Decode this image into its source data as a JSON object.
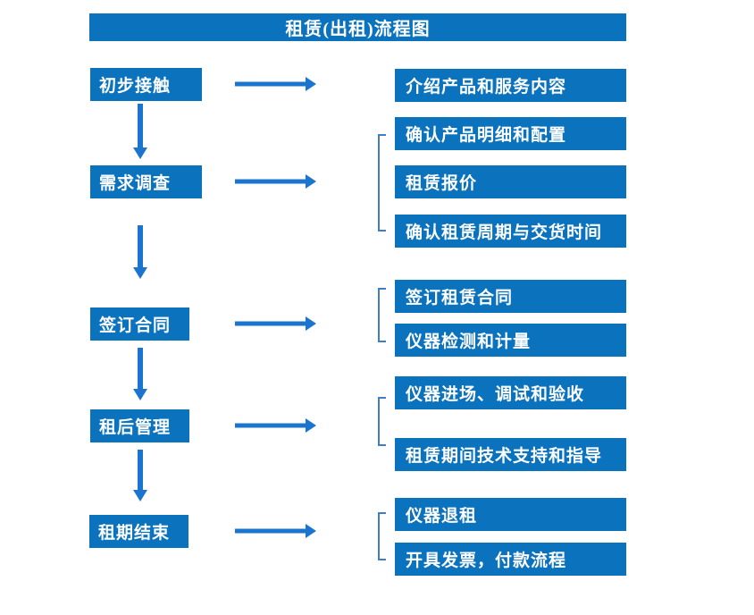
{
  "title": "租赁(出租)流程图",
  "colors": {
    "box_fill": "#0B72BE",
    "arrow": "#1B74CE",
    "bracket": "#3F7FC1",
    "text": "#FFFFFF",
    "background": "#FFFFFF"
  },
  "steps": [
    {
      "label": "初步接触",
      "outputs": [
        "介绍产品和服务内容"
      ]
    },
    {
      "label": "需求调查",
      "outputs": [
        "确认产品明细和配置",
        "租赁报价",
        "确认租赁周期与交货时间"
      ]
    },
    {
      "label": "签订合同",
      "outputs": [
        "签订租赁合同",
        "仪器检测和计量"
      ]
    },
    {
      "label": "租后管理",
      "outputs": [
        "仪器进场、调试和验收",
        "租赁期间技术支持和指导"
      ]
    },
    {
      "label": "租期结束",
      "outputs": [
        "仪器退租",
        "开具发票，付款流程"
      ]
    }
  ]
}
